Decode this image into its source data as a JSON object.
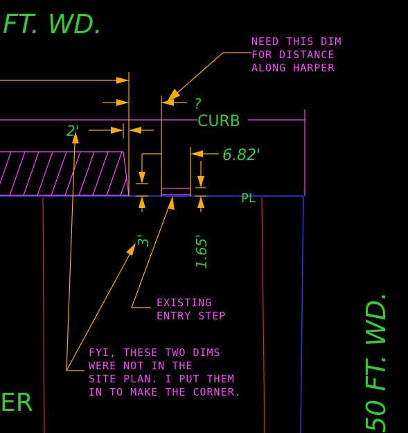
{
  "drawing": {
    "street_label_top": "FT. WD.",
    "street_label_right": "50 FT. WD.",
    "partial_label_left": "ER",
    "curb_label": "CURB",
    "property_line_symbol": "PL",
    "unknown_dim": "?",
    "dims": {
      "curb_offset": "2'",
      "step_offset": "6.82'",
      "vertical_a": "3'",
      "vertical_b": "1.65'"
    },
    "notes": {
      "need_dim": [
        "NEED THIS DIM",
        "FOR DISTANCE",
        "ALONG HARPER"
      ],
      "entry_step": [
        "EXISTING",
        "ENTRY STEP"
      ],
      "fyi": [
        "FYI, THESE TWO DIMS",
        "WERE NOT IN THE",
        "SITE PLAN. I PUT THEM",
        "IN TO MAKE THE CORNER."
      ]
    }
  },
  "colors": {
    "background": "#000000",
    "text_green": "#33cc33",
    "notes_magenta": "#ff44ff",
    "dims_orange": "#ffaa00",
    "red_lines": "#e8203a",
    "blue_lines": "#2a3cff"
  }
}
